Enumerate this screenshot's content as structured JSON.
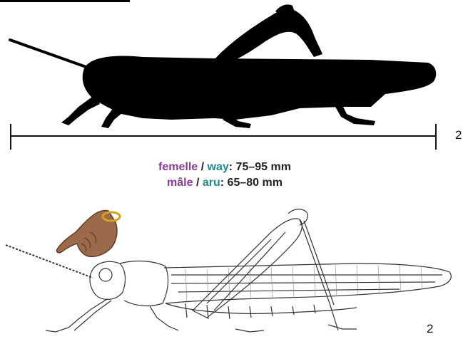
{
  "scale": {
    "right_label": "2"
  },
  "size_lines": [
    {
      "female_fr": "femelle",
      "sep": " / ",
      "female_local": "way",
      "range": ": 75–95 mm"
    },
    {
      "male_fr": "mâle",
      "sep": " / ",
      "male_local": "aru",
      "range": ": 65–80 mm"
    }
  ],
  "drawing": {
    "corner_label": "2"
  },
  "colors": {
    "french_term": "#8a3c96",
    "local_term": "#1f8a8a",
    "text": "#222222",
    "silhouette": "#000000"
  },
  "icons": [
    "grasshopper-silhouette",
    "pointing-hand-icon",
    "grasshopper-line-drawing"
  ]
}
